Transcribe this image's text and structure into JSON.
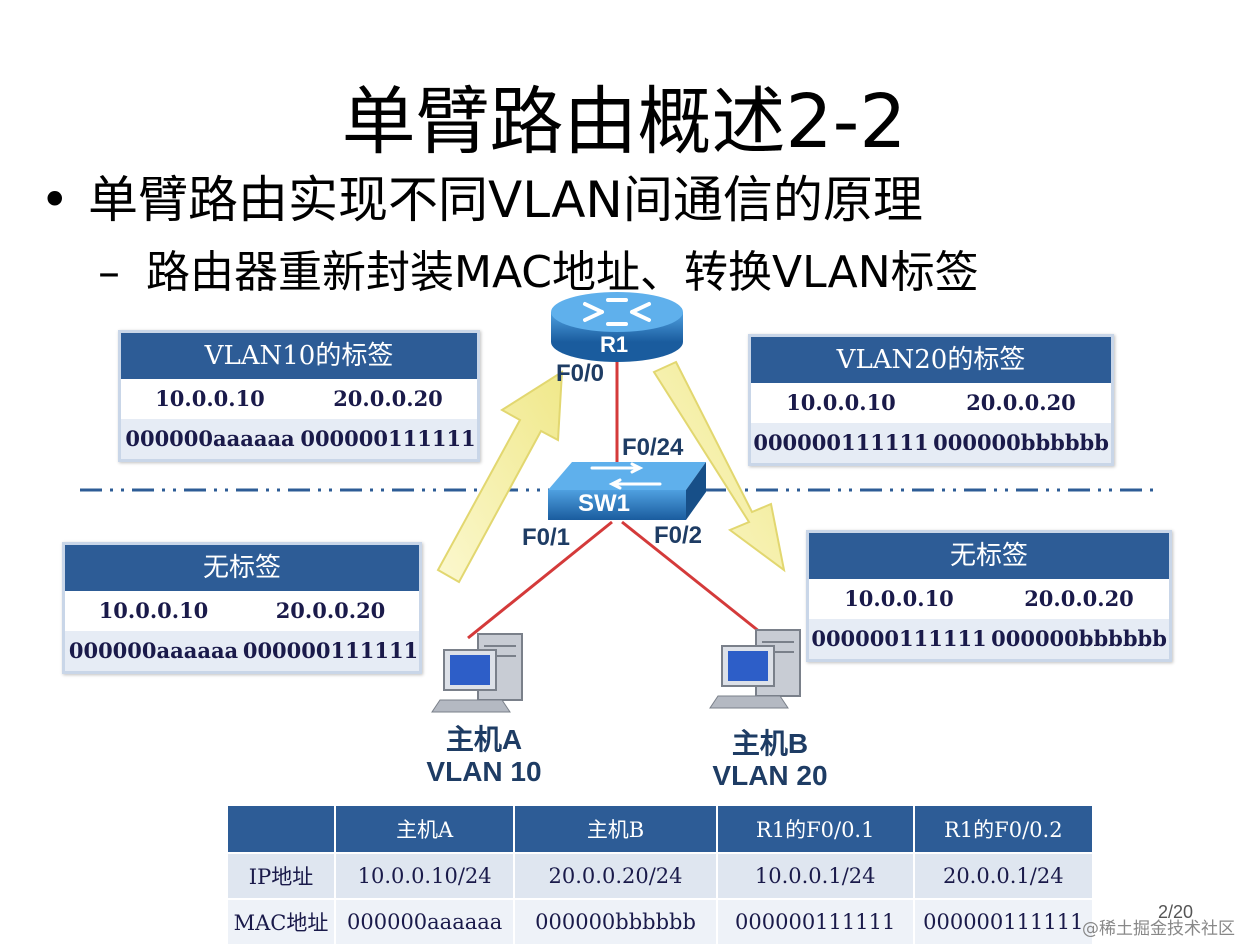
{
  "title": "单臂路由概述2-2",
  "bullet1": "单臂路由实现不同VLAN间通信的原理",
  "bullet2": "路由器重新封装MAC地址、转换VLAN标签",
  "router": {
    "name": "R1",
    "port": "F0/0"
  },
  "switch": {
    "name": "SW1",
    "port_up": "F0/24",
    "port_a": "F0/1",
    "port_b": "F0/2"
  },
  "hosts": [
    {
      "name": "主机A",
      "vlan": "VLAN 10"
    },
    {
      "name": "主机B",
      "vlan": "VLAN 20"
    }
  ],
  "frames": {
    "vlan10_tag": {
      "header": "VLAN10的标签",
      "ip_src": "10.0.0.10",
      "ip_dst": "20.0.0.20",
      "mac_src": "000000aaaaaa",
      "mac_dst": "000000111111"
    },
    "vlan20_tag": {
      "header": "VLAN20的标签",
      "ip_src": "10.0.0.10",
      "ip_dst": "20.0.0.20",
      "mac_src": "000000111111",
      "mac_dst": "000000bbbbbb"
    },
    "untagged_a": {
      "header": "无标签",
      "ip_src": "10.0.0.10",
      "ip_dst": "20.0.0.20",
      "mac_src": "000000aaaaaa",
      "mac_dst": "000000111111"
    },
    "untagged_b": {
      "header": "无标签",
      "ip_src": "10.0.0.10",
      "ip_dst": "20.0.0.20",
      "mac_src": "000000111111",
      "mac_dst": "000000bbbbbb"
    }
  },
  "table": {
    "headers": [
      "",
      "主机A",
      "主机B",
      "R1的F0/0.1",
      "R1的F0/0.2"
    ],
    "rows": [
      [
        "IP地址",
        "10.0.0.10/24",
        "20.0.0.20/24",
        "10.0.0.1/24",
        "20.0.0.1/24"
      ],
      [
        "MAC地址",
        "000000aaaaaa",
        "000000bbbbbb",
        "000000111111",
        "000000111111"
      ]
    ]
  },
  "page_number": "2/20",
  "watermark": "@稀土掘金技术社区",
  "colors": {
    "header_blue": "#2d5c96",
    "link_red": "#d43a3a",
    "arrow_yellow": "#f5f0a0",
    "device_blue": "#1e6eb4"
  }
}
